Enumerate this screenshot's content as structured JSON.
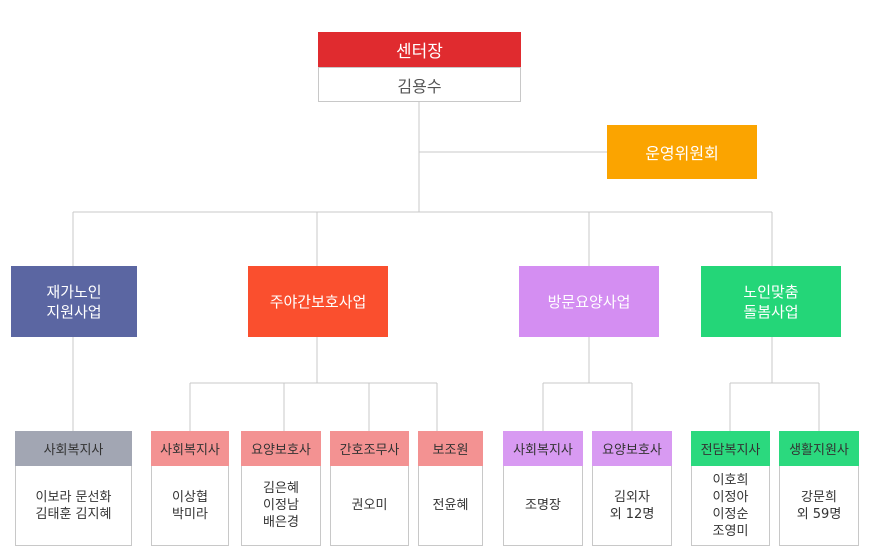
{
  "head": {
    "title": "센터장",
    "name": "김용수"
  },
  "committee": "운영위원회",
  "programs": [
    {
      "line1": "재가노인",
      "line2": "지원사업"
    },
    {
      "line1": "주야간보호사업",
      "line2": ""
    },
    {
      "line1": "방문요양사업",
      "line2": ""
    },
    {
      "line1": "노인맞춤",
      "line2": "돌봄사업"
    }
  ],
  "staff": [
    {
      "role": "사회복지사",
      "names": "이보라  문선화\n김태훈  김지혜"
    },
    {
      "role": "사회복지사",
      "names": "이상협\n박미라"
    },
    {
      "role": "요양보호사",
      "names": "김은혜\n이정남\n배은경"
    },
    {
      "role": "간호조무사",
      "names": "권오미"
    },
    {
      "role": "보조원",
      "names": "전윤혜"
    },
    {
      "role": "사회복지사",
      "names": "조명장"
    },
    {
      "role": "요양보호사",
      "names": "김외자\n외 12명"
    },
    {
      "role": "전담복지사",
      "names": "이호희\n이정아\n이정순\n조영미"
    },
    {
      "role": "생활지원사",
      "names": "강문희\n외 59명"
    }
  ],
  "colors": {
    "head": "#e02b2f",
    "committee": "#fba400",
    "program1": "#5b66a2",
    "program2": "#fa4f2e",
    "program3": "#d48ef2",
    "program4": "#24d678",
    "staff_gray": "#a2a6b3",
    "staff_salmon": "#f39292",
    "staff_violet": "#d89af2",
    "staff_green": "#2bd97e"
  }
}
